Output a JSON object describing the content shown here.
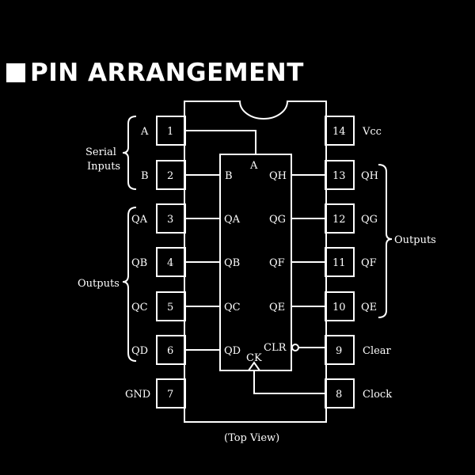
{
  "heading": {
    "text": "PIN ARRANGEMENT"
  },
  "pins": [
    {
      "number": "1",
      "label": "A"
    },
    {
      "number": "2",
      "label": "B"
    },
    {
      "number": "3",
      "label": "QA"
    },
    {
      "number": "4",
      "label": "QB"
    },
    {
      "number": "5",
      "label": "QC"
    },
    {
      "number": "6",
      "label": "QD"
    },
    {
      "number": "7",
      "label": "GND"
    },
    {
      "number": "8",
      "label": "Clock"
    },
    {
      "number": "9",
      "label": "Clear"
    },
    {
      "number": "10",
      "label": "QE"
    },
    {
      "number": "11",
      "label": "QF"
    },
    {
      "number": "12",
      "label": "QG"
    },
    {
      "number": "13",
      "label": "QH"
    },
    {
      "number": "14",
      "label": "Vcc"
    }
  ],
  "groups": {
    "serial_inputs": [
      "Serial",
      "Inputs"
    ],
    "outputs_left": "Outputs",
    "outputs_right": "Outputs"
  },
  "internal": {
    "a_label": "A",
    "b_label": "B",
    "qa": "QA",
    "qb": "QB",
    "qc": "QC",
    "qd": "QD",
    "qe": "QE",
    "qf": "QF",
    "qg": "QG",
    "qh": "QH",
    "ck": "CK",
    "clr": "CLR"
  },
  "caption": "(Top View)"
}
